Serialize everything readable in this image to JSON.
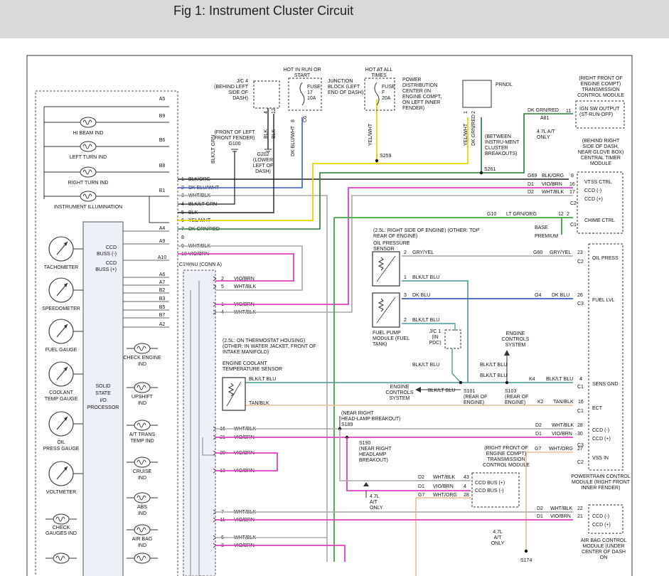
{
  "header": {
    "title": "Fig 1: Instrument Cluster Circuit"
  },
  "cluster": {
    "pins_top": [
      "A5",
      "B9",
      "B6",
      "B8",
      "B1",
      "A4",
      "A9",
      "A10",
      "A6",
      "A7",
      "B2",
      "B3",
      "B5",
      "B7",
      "A2"
    ],
    "indicators": [
      "HI BEAM IND",
      "LEFT TURN IND",
      "RIGHT TURN IND",
      "INSTRUMENT ILLUMINATION"
    ],
    "gauges": [
      "TACHOMETER",
      "SPEEDOMETER",
      "FUEL GAUGE",
      "COOLANT TEMP GAUGE",
      "OIL PRESS GAUGE",
      "VOLTMETER"
    ],
    "right_lamps": [
      "CHECK ENGINE IND",
      "UPSHIFT IND",
      "A/T TRANS TEMP IND",
      "CRUISE IND",
      "ABS IND",
      "AIR BAG IND"
    ],
    "bottom_lamp": "CHECK GAUGES IND",
    "ccd_minus": "CCD BUSS (-)",
    "ccd_plus": "CCD BUSS (+)",
    "processor": "SOLID STATE I/O PROCESSOR",
    "conn_a_label": "C1%%U (CONN A)"
  },
  "left_pins": [
    {
      "n": "1",
      "w": "BLK/ORG"
    },
    {
      "n": "2",
      "w": "DK BLU/WHT"
    },
    {
      "n": "3",
      "w": "WHT/BLK"
    },
    {
      "n": "4",
      "w": "BLK/LT GRN"
    },
    {
      "n": "5",
      "w": "BLK"
    },
    {
      "n": "6",
      "w": "YEL/WHT"
    },
    {
      "n": "7",
      "w": "DK GRN/RED"
    },
    {
      "n": "8",
      "w": ""
    },
    {
      "n": "9",
      "w": "WHT/BLK"
    },
    {
      "n": "10",
      "w": "VIO/BRN"
    }
  ],
  "conn_pins": [
    {
      "n": "2",
      "w": "VIO/BRN"
    },
    {
      "n": "5",
      "w": "WHT/BLK"
    },
    {
      "n": "1",
      "w": "VIO/BRN"
    },
    {
      "n": "4",
      "w": "WHT/BLK"
    },
    {
      "n": "16",
      "w": "WHT/BLK"
    },
    {
      "n": "21",
      "w": "VIO/BRN"
    },
    {
      "n": "20",
      "w": "VIO/BRN"
    },
    {
      "n": "13",
      "w": "VIO/BRN"
    },
    {
      "n": "7",
      "w": "WHT/BLK"
    },
    {
      "n": "11",
      "w": "VIO/BRN"
    },
    {
      "n": "6",
      "w": "WHT/BLK"
    },
    {
      "n": "3",
      "w": "VIO/BRN"
    }
  ],
  "top": {
    "jc4": "J/C 4 (BEHIND LEFT SIDE OF DASH)",
    "hot_run": "HOT IN RUN OR START",
    "fuse17": [
      "FUSE",
      "17",
      "10A"
    ],
    "junction_block": "JUNCTION BLOCK (LEFT END OF DASH)",
    "hot_all": "HOT AT ALL TIMES",
    "fuseF": [
      "FUSE",
      "F",
      "20A"
    ],
    "pdc": "POWER DISTRIBUTION CENTER (IN ENGINE COMPT, ON LEFT INNER FENDER)",
    "prndl": "PRNDL",
    "front_left": "(FRONT OF LEFT FRONT FENDER)",
    "g100": "G100",
    "g202": "G202",
    "g202_loc": "(LOWER LEFT OF DASH)",
    "s259": "S259",
    "s261": "S261",
    "between": "(BETWEEN INSTRU-MENT CLUSTER BREAKOUTS)",
    "tcm_top": "(RIGHT FRONT OF ENGINE COMPT) TRANSMISSION CONTROL MODULE",
    "ign_sw": "IGN SW OUTPUT (ST-RUN-OFF)",
    "ign_pin": "11",
    "a81": "A81",
    "ign_wire": "DK GRN/RED",
    "ign_note": "4.7L A/T ONLY",
    "vert_labels": [
      "BLK",
      "BLK",
      "DK BLU/WHT",
      "YEL/WHT",
      "YEL/WHT",
      "DK GRN/RED",
      "BLK/LT GRN"
    ],
    "vert_pins": [
      "4",
      "12",
      "8",
      "C6",
      "1",
      "2"
    ]
  },
  "ctm": {
    "title": "(BEHIND RIGHT SIDE OF DASH, NEAR GLOVE BOX) CENTRAL TIMER MODULE",
    "vtss": "VTSS CTRL",
    "ccd_minus": "CCD (-)",
    "ccd_plus": "CCD (+)",
    "chime": "CHIME CTRL",
    "c2": "C2",
    "c1": "C1",
    "base": "BASE",
    "premium": "PREMIUM",
    "rows": [
      {
        "g": "G69",
        "w": "BLK/ORG",
        "p": "8"
      },
      {
        "g": "D1",
        "w": "VIO/BRN",
        "p": "16"
      },
      {
        "g": "D2",
        "w": "WHT/BLK",
        "p": "17"
      },
      {
        "g": "G10",
        "w": "LT GRN/ORG",
        "p": "12"
      }
    ],
    "pin2": "2"
  },
  "pcm": {
    "title": "POWERTRAIN CONTROL MODULE (RIGHT FRONT INNER FENDER)",
    "oil": "OIL PRESS",
    "fuel": "FUEL LVL",
    "sens": "SENS GND",
    "ect": "ECT",
    "ccd_minus": "CCD (-)",
    "ccd_plus": "CCD (+)",
    "vss": "VSS IN",
    "rows": [
      {
        "g": "G60",
        "w": "GRY/YEL",
        "p": "23",
        "c": "C2"
      },
      {
        "g": "G4",
        "w": "DK BLU",
        "p": "26",
        "c": "C3"
      },
      {
        "g": "K4",
        "w": "BLK/LT BLU",
        "p": "4",
        "c": "C1"
      },
      {
        "g": "K2",
        "w": "TAN/BLK",
        "p": "16",
        "c": "C1"
      },
      {
        "g": "D2",
        "w": "WHT/BLK",
        "p": "28",
        "c": ""
      },
      {
        "g": "D1",
        "w": "VIO/BRN",
        "p": "30",
        "c": "C3"
      },
      {
        "g": "G7",
        "w": "WHT/ORG",
        "p": "27",
        "c": "C2"
      }
    ]
  },
  "sensors": {
    "oil_loc": "(2.5L: RIGHT SIDE OF ENGINE) (OTHER: TOP REAR OF ENGINE)",
    "oil_name": "OIL PRESSURE SENSOR",
    "oil_pins": [
      {
        "n": "2",
        "w": "GRY/YEL"
      },
      {
        "n": "1",
        "w": "BLK/LT BLU"
      }
    ],
    "fuel_pins": [
      {
        "n": "3",
        "w": "DK BLU"
      },
      {
        "n": "2",
        "w": "BLK/LT BLU"
      }
    ],
    "fuel_name": "FUEL PUMP MODULE (FUEL TANK)",
    "jc1": "J/C 1 (IN PDC)",
    "ecs": "ENGINE CONTROLS SYSTEM",
    "ect_loc": "(2.5L: ON THERMOSTAT HOUSING) (OTHER: IN WATER JACKET, FRONT OF INTAKE MANIFOLD)",
    "ect_name": "ENGINE COOLANT TEMPERATURE SENSOR",
    "ect_wire1": "BLK/LT BLU",
    "ect_wire2": "TAN/BLK",
    "s101": "S101 (REAR OF ENGINE)",
    "s103": "S103 (REAR OF ENGINE)",
    "blk_lt_blu": "BLK/LT BLU"
  },
  "lower": {
    "near_rh": "(NEAR RIGHT HEAD-LAMP BREAKOUT)",
    "s189": "S189",
    "s190": "S190 (NEAR RIGHT HEADLAMP BREAKOUT)",
    "tcm_title": "(RIGHT FRONT OF ENGINE COMPT) TRANSMISSION CONTROL MODULE",
    "tcm_plus": "CCD BUS (+)",
    "tcm_minus": "CCD BUS (-)",
    "tcm_rows": [
      {
        "g": "D2",
        "w": "WHT/BLK",
        "p": "43"
      },
      {
        "g": "D1",
        "w": "VIO/BRN",
        "p": "4"
      },
      {
        "g": "G7",
        "w": "WHT/ORG",
        "p": "28"
      }
    ],
    "note": "4.7L A/T ONLY",
    "abs_rows": [
      {
        "g": "D2",
        "w": "WHT/BLK",
        "p": "22"
      },
      {
        "g": "D1",
        "w": "VIO/BRN",
        "p": "21"
      }
    ],
    "acm": "AIR BAG CONTROL MODULE (UNDER CENTER OF DASH ON",
    "acm_minus": "CCD (-)",
    "acm_plus": "CCD (+)",
    "note2": "4.7L A/T ONLY",
    "s174": "S174"
  },
  "colors": {
    "pink": "#e040c0",
    "blue": "#3a5fc0",
    "yellow": "#e8d400",
    "green": "#40a840",
    "teal": "#4a9a9a",
    "gray": "#a8a8a8",
    "black": "#202020",
    "tan": "#e8c090",
    "darkgreen": "#2a7a3a"
  }
}
